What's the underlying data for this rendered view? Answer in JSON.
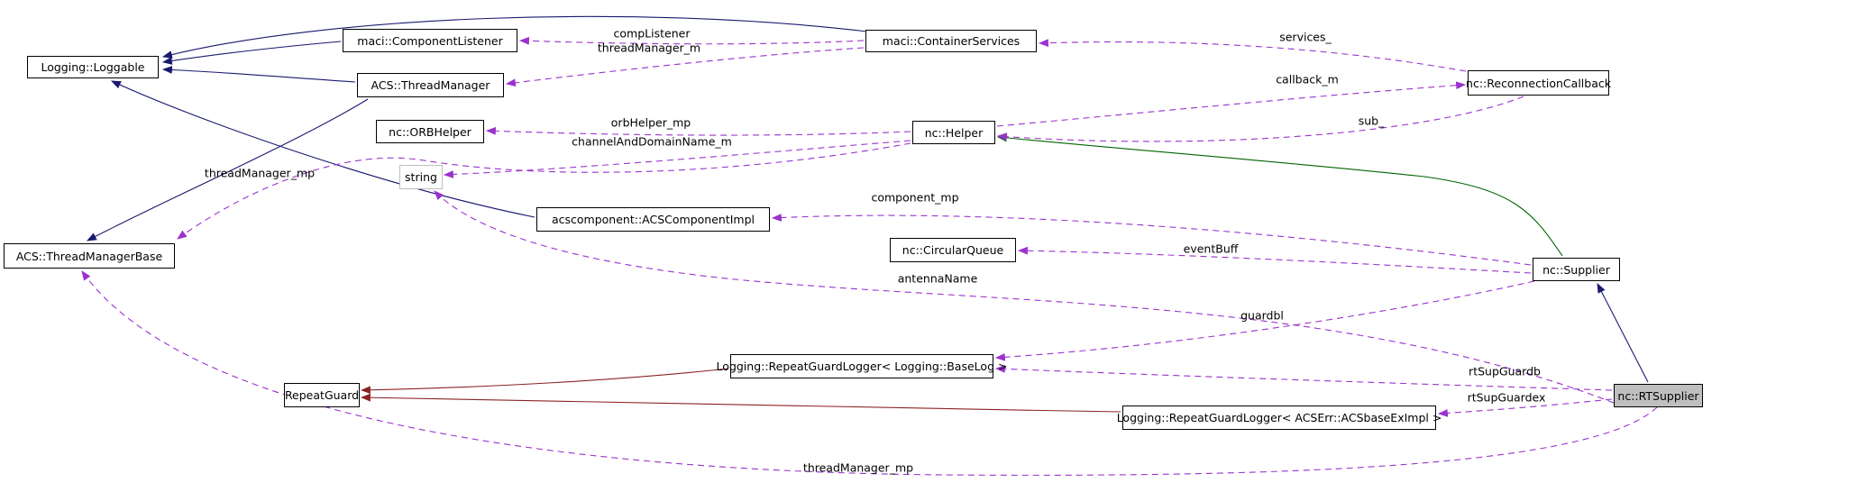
{
  "diagram": {
    "type": "uml-collaboration-graph",
    "focus_node": "nc::RTSupplier",
    "colors": {
      "inheritance_public": "#191970",
      "inheritance_protected": "#006400",
      "inheritance_private": "#8b2323",
      "usage": "#9a32cd",
      "node_background": "#ffffff",
      "node_border": "#000000",
      "external_node_border": "#bebebe",
      "focus_node_background": "#bfbfbf",
      "text": "#000000"
    },
    "nodes": [
      {
        "id": "loggable",
        "label": "Logging::Loggable",
        "variant": "box"
      },
      {
        "id": "componentlistener",
        "label": "maci::ComponentListener",
        "variant": "box"
      },
      {
        "id": "threadmanager",
        "label": "ACS::ThreadManager",
        "variant": "box"
      },
      {
        "id": "orbhelper",
        "label": "nc::ORBHelper",
        "variant": "box"
      },
      {
        "id": "stringbox",
        "label": "string",
        "variant": "plain"
      },
      {
        "id": "acscomponentimpl",
        "label": "acscomponent::ACSComponentImpl",
        "variant": "box"
      },
      {
        "id": "threadmanagerbase",
        "label": "ACS::ThreadManagerBase",
        "variant": "box"
      },
      {
        "id": "containerservices",
        "label": "maci::ContainerServices",
        "variant": "box"
      },
      {
        "id": "helper",
        "label": "nc::Helper",
        "variant": "box"
      },
      {
        "id": "circularqueue",
        "label": "nc::CircularQueue",
        "variant": "box"
      },
      {
        "id": "reconnectioncallback",
        "label": "nc::ReconnectionCallback",
        "variant": "box"
      },
      {
        "id": "supplier",
        "label": "nc::Supplier",
        "variant": "box"
      },
      {
        "id": "rgl_baselog",
        "label": "Logging::RepeatGuardLogger< Logging::BaseLog >",
        "variant": "box"
      },
      {
        "id": "repeatguard",
        "label": "RepeatGuard",
        "variant": "box"
      },
      {
        "id": "rgl_acserr",
        "label": "Logging::RepeatGuardLogger< ACSErr::ACSbaseExImpl >",
        "variant": "box"
      },
      {
        "id": "rtsupplier",
        "label": "nc::RTSupplier",
        "variant": "focus"
      }
    ],
    "edges": [
      {
        "id": "e_cl_logg",
        "from": "maci::ComponentListener",
        "to": "Logging::Loggable",
        "kind": "inheritance_public",
        "label": ""
      },
      {
        "id": "e_tm_logg",
        "from": "ACS::ThreadManager",
        "to": "Logging::Loggable",
        "kind": "inheritance_public",
        "label": ""
      },
      {
        "id": "e_cs_logg",
        "from": "maci::ContainerServices",
        "to": "Logging::Loggable",
        "kind": "inheritance_public",
        "label": ""
      },
      {
        "id": "e_aci_logg",
        "from": "acscomponent::ACSComponentImpl",
        "to": "Logging::Loggable",
        "kind": "inheritance_public",
        "label": ""
      },
      {
        "id": "e_tm_tmb",
        "from": "ACS::ThreadManager",
        "to": "ACS::ThreadManagerBase",
        "kind": "inheritance_public",
        "label": ""
      },
      {
        "id": "e_rts_sup",
        "from": "nc::RTSupplier",
        "to": "nc::Supplier",
        "kind": "inheritance_public",
        "label": ""
      },
      {
        "id": "e_sup_helper",
        "from": "nc::Supplier",
        "to": "nc::Helper",
        "kind": "inheritance_protected",
        "label": ""
      },
      {
        "id": "e_rglb_rg",
        "from": "Logging::RepeatGuardLogger< Logging::BaseLog >",
        "to": "RepeatGuard",
        "kind": "inheritance_private",
        "label": ""
      },
      {
        "id": "e_rgla_rg",
        "from": "Logging::RepeatGuardLogger< ACSErr::ACSbaseExImpl >",
        "to": "RepeatGuard",
        "kind": "inheritance_private",
        "label": ""
      },
      {
        "id": "e_complistener",
        "from": "maci::ContainerServices",
        "to": "maci::ComponentListener",
        "kind": "usage",
        "label": "compListener"
      },
      {
        "id": "e_threadmanager_m",
        "from": "maci::ContainerServices",
        "to": "ACS::ThreadManager",
        "kind": "usage",
        "label": "threadManager_m"
      },
      {
        "id": "e_services",
        "from": "nc::ReconnectionCallback",
        "to": "maci::ContainerServices",
        "kind": "usage",
        "label": "services_"
      },
      {
        "id": "e_callback_m",
        "from": "nc::Helper",
        "to": "nc::ReconnectionCallback",
        "kind": "usage",
        "label": "callback_m"
      },
      {
        "id": "e_sub",
        "from": "nc::ReconnectionCallback",
        "to": "nc::Helper",
        "kind": "usage",
        "label": "sub_"
      },
      {
        "id": "e_orbhelper_mp",
        "from": "nc::Helper",
        "to": "nc::ORBHelper",
        "kind": "usage",
        "label": "orbHelper_mp"
      },
      {
        "id": "e_channel",
        "from": "nc::Helper",
        "to": "string",
        "kind": "usage",
        "label": "channelAndDomainName_m"
      },
      {
        "id": "e_tmmp_top",
        "from": "nc::Helper",
        "to": "ACS::ThreadManagerBase",
        "kind": "usage",
        "label": "threadManager_mp"
      },
      {
        "id": "e_component_mp",
        "from": "nc::Supplier",
        "to": "acscomponent::ACSComponentImpl",
        "kind": "usage",
        "label": "component_mp"
      },
      {
        "id": "e_eventbuff",
        "from": "nc::Supplier",
        "to": "nc::CircularQueue",
        "kind": "usage",
        "label": "eventBuff"
      },
      {
        "id": "e_antennaname",
        "from": "nc::RTSupplier",
        "to": "string",
        "kind": "usage",
        "label": "antennaName"
      },
      {
        "id": "e_guardbl",
        "from": "nc::Supplier",
        "to": "Logging::RepeatGuardLogger< Logging::BaseLog >",
        "kind": "usage",
        "label": "guardbl"
      },
      {
        "id": "e_rtsupguardb",
        "from": "nc::RTSupplier",
        "to": "Logging::RepeatGuardLogger< Logging::BaseLog >",
        "kind": "usage",
        "label": "rtSupGuardb"
      },
      {
        "id": "e_rtsupguardex",
        "from": "nc::RTSupplier",
        "to": "Logging::RepeatGuardLogger< ACSErr::ACSbaseExImpl >",
        "kind": "usage",
        "label": "rtSupGuardex"
      },
      {
        "id": "e_tmmp_bottom",
        "from": "nc::RTSupplier",
        "to": "ACS::ThreadManagerBase",
        "kind": "usage",
        "label": "threadManager_mp"
      }
    ]
  }
}
